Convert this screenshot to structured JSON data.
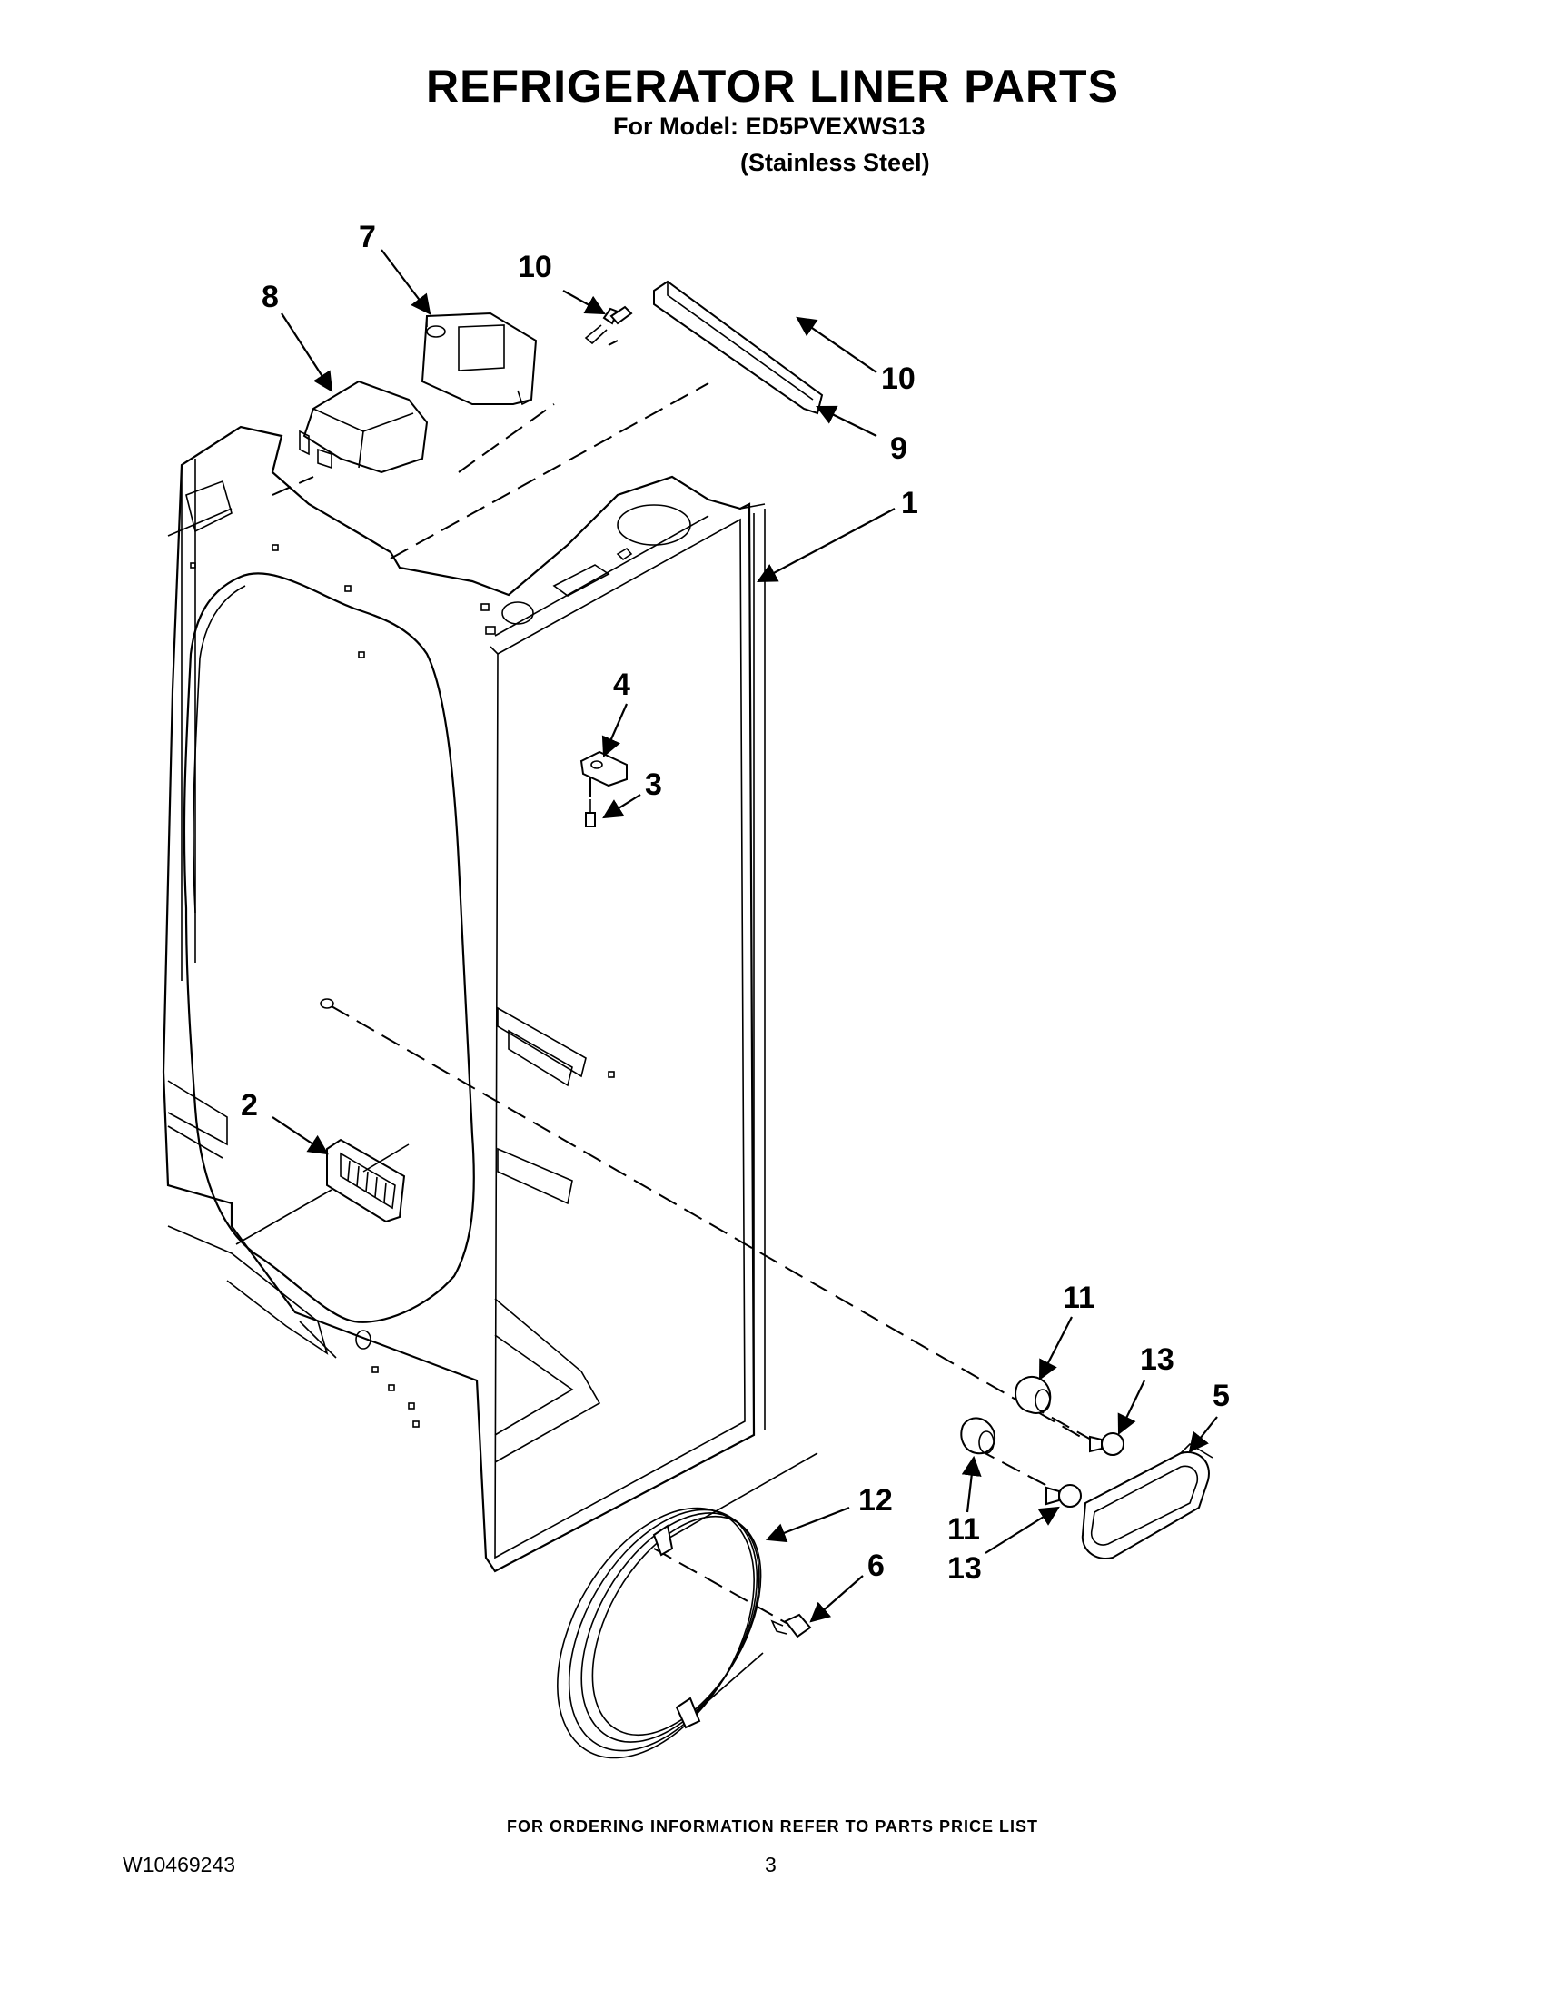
{
  "page": {
    "title": "REFRIGERATOR LINER PARTS",
    "model_line": "For Model: ED5PVEXWS13",
    "finish_line": "(Stainless Steel)",
    "footer_note": "FOR ORDERING INFORMATION REFER TO PARTS PRICE LIST",
    "doc_number": "W10469243",
    "page_number": "3"
  },
  "callouts": {
    "c1": "1",
    "c2": "2",
    "c3": "3",
    "c4": "4",
    "c5": "5",
    "c6": "6",
    "c7": "7",
    "c8": "8",
    "c9": "9",
    "c10a": "10",
    "c10b": "10",
    "c11a": "11",
    "c11b": "11",
    "c12": "12",
    "c13a": "13",
    "c13b": "13"
  }
}
